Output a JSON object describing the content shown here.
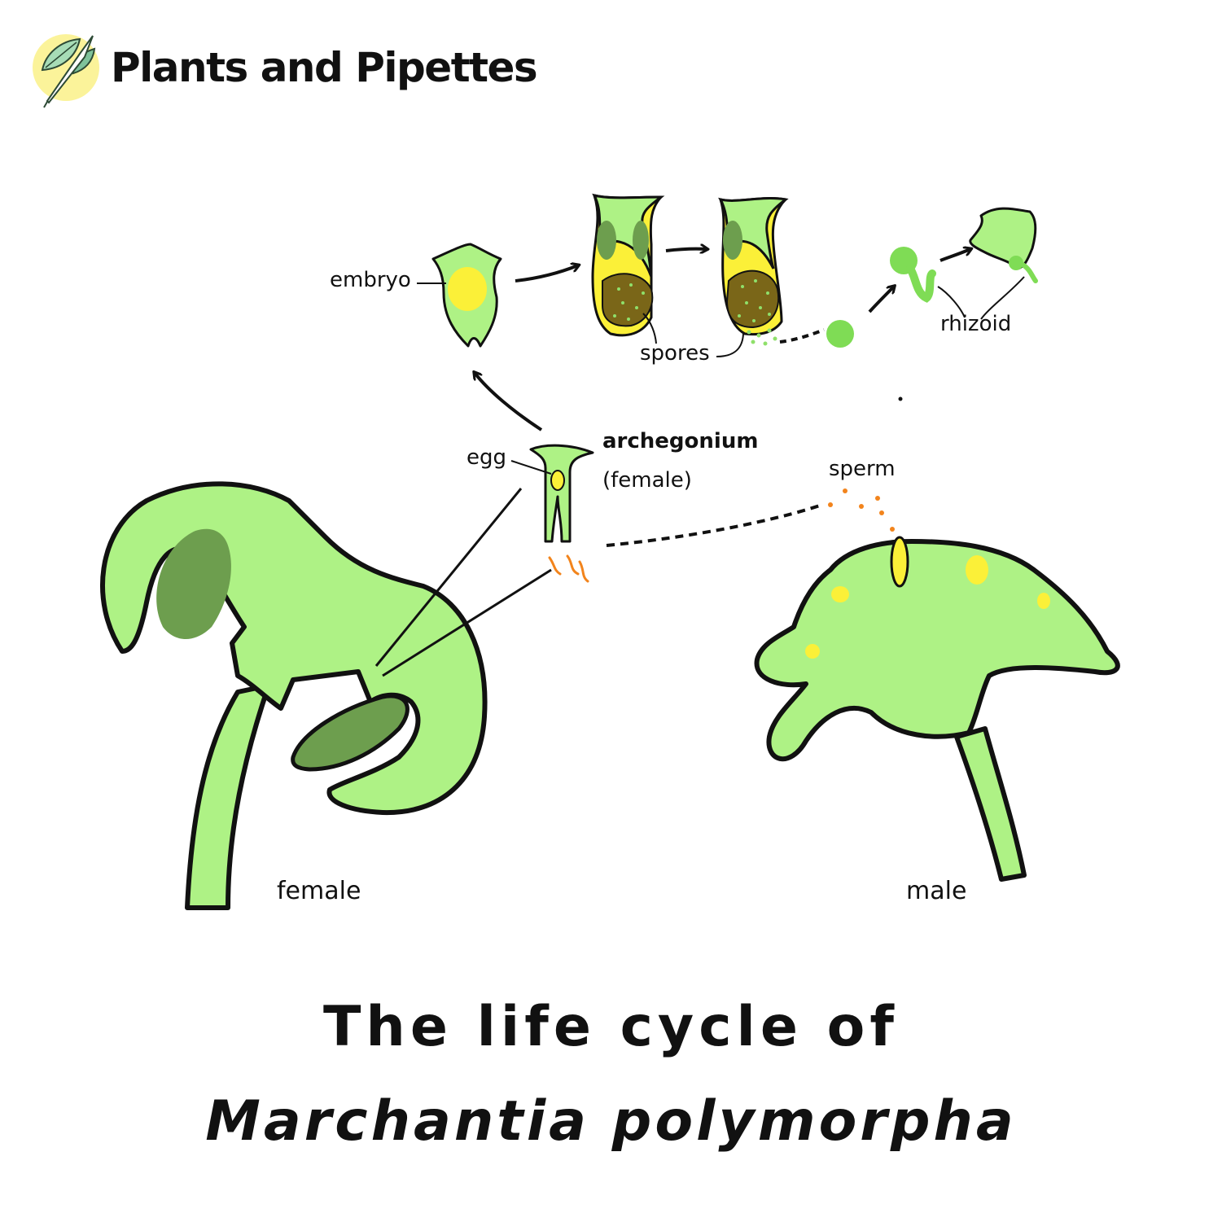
{
  "brand": {
    "name": "Plants and Pipettes"
  },
  "labels": {
    "embryo": "embryo",
    "spores": "spores",
    "rhizoid": "rhizoid",
    "egg": "egg",
    "archegonium": "archegonium",
    "archegonium_sub": "(female)",
    "sperm": "sperm",
    "female": "female",
    "male": "male"
  },
  "title": {
    "line1": "The life cycle of",
    "line2": "Marchantia polymorpha"
  },
  "colors": {
    "light_green": "#aef285",
    "dark_green": "#6d9e4e",
    "yellow": "#fbf038",
    "brown": "#7a6618",
    "orange": "#f2841c",
    "logo_yellow": "#fbf39a"
  },
  "icons": [
    "pipette-leaf-logo-icon"
  ]
}
